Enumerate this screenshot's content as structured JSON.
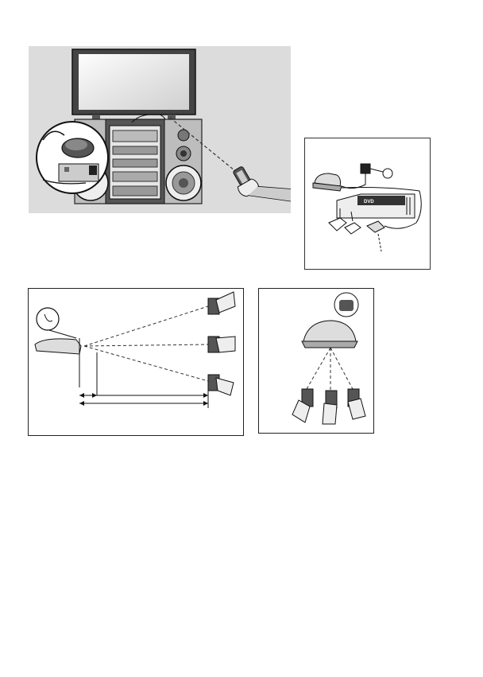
{
  "figures": {
    "main": {
      "kind": "installation-scene"
    },
    "side": {
      "kind": "connection-diagram",
      "device_label": "DVD"
    },
    "range": {
      "kind": "reception-distance"
    },
    "angle": {
      "kind": "reception-angle"
    }
  },
  "colors": {
    "line": "#222222",
    "panel": "#cfcfcf",
    "screen": "#e8e8e8",
    "dark": "#3a3a3a"
  },
  "icons": [
    "tv-icon",
    "hifi-cabinet-icon",
    "speaker-icon",
    "ir-receiver-icon",
    "remote-control-icon",
    "power-adapter-icon",
    "power-plug-icon",
    "dvd-player-icon",
    "ir-emitter-icon",
    "hand-icon"
  ]
}
